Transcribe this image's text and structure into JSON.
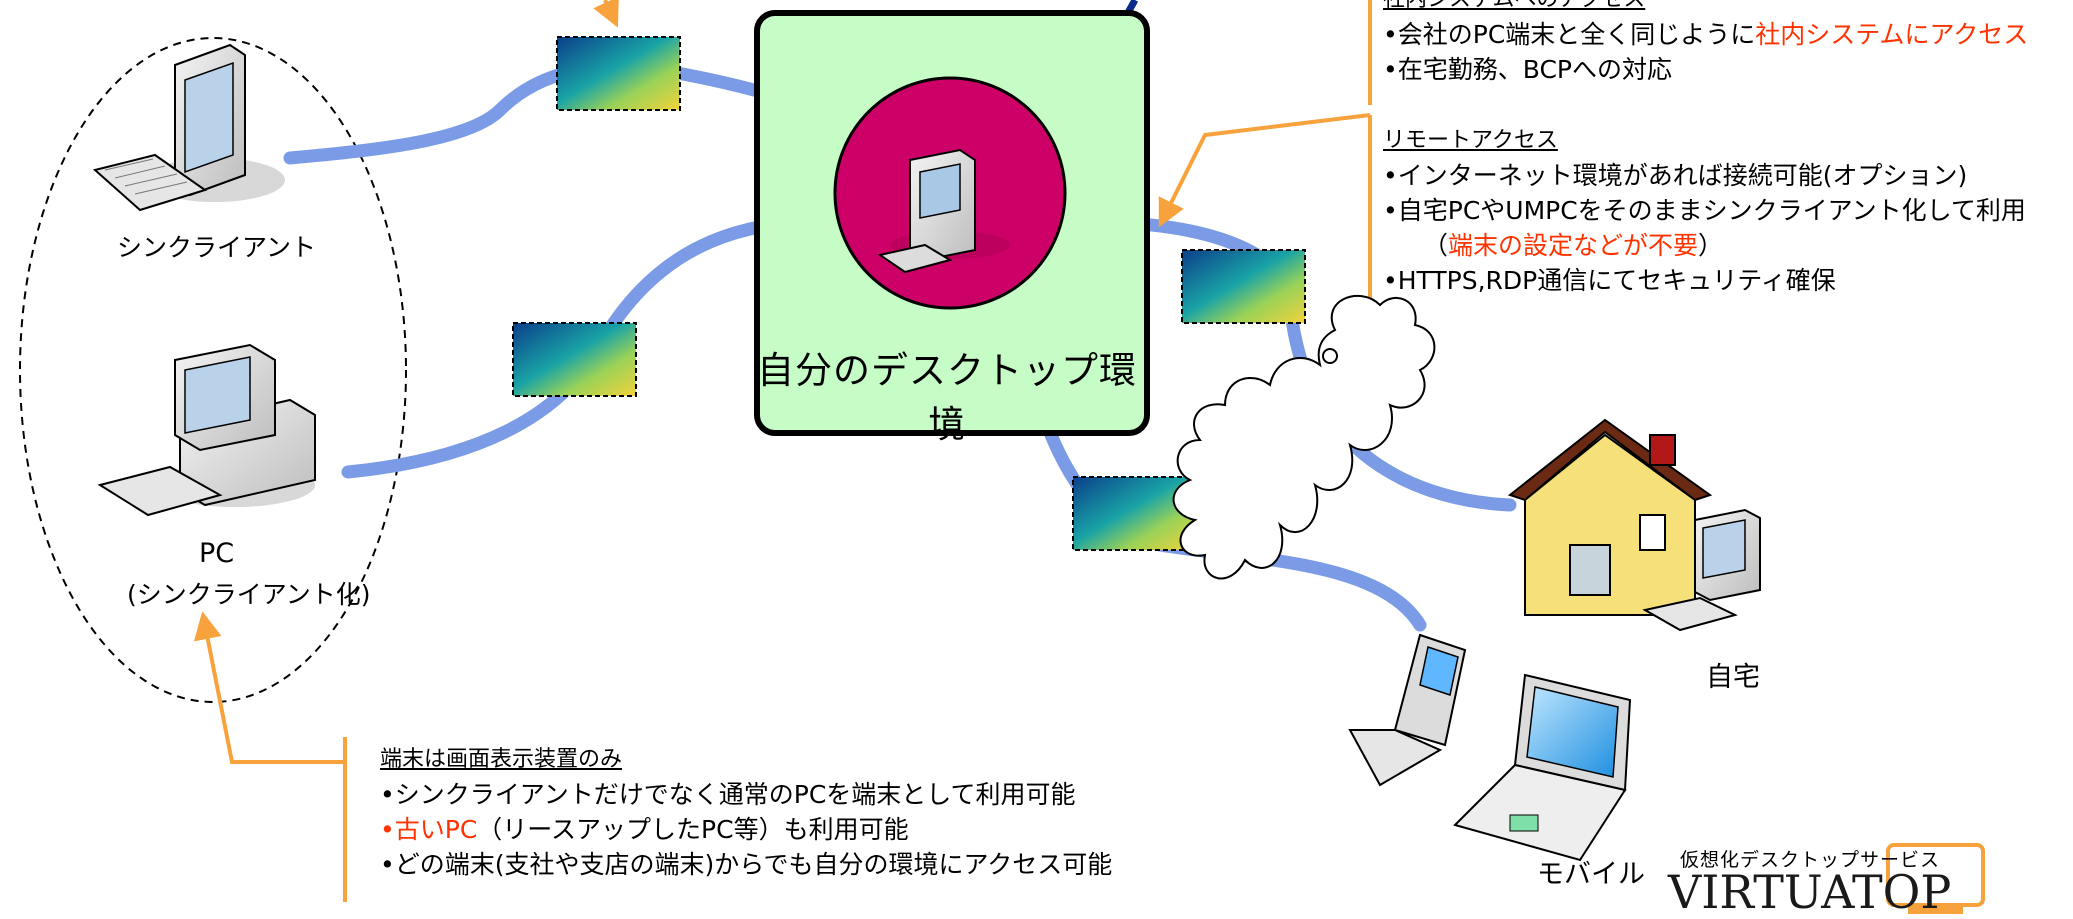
{
  "center": {
    "title": "自分のデスクトップ環境"
  },
  "devices": {
    "thin_client": "シンクライアント",
    "pc_line1": "PC",
    "pc_line2": "(シンクライアント化)",
    "home": "自宅",
    "mobile": "モバイル"
  },
  "top_right_box": {
    "heading": "社内システムへのアクセス",
    "line1_prefix": "•会社のPC端末と全く同じように",
    "line1_red": "社内システムにアクセス",
    "line2": "•在宅勤務、BCPへの対応"
  },
  "remote_box": {
    "heading": "リモートアクセス",
    "line1": "•インターネット環境があれば接続可能(オプション)",
    "line2": "•自宅PCやUMPCをそのままシンクライアント化して利用",
    "line3_open": "（",
    "line3_red": "端末の設定などが不要",
    "line3_close": "）",
    "line4": "•HTTPS,RDP通信にてセキュリティ確保"
  },
  "bottom_box": {
    "heading": "端末は画面表示装置のみ",
    "line1": "•シンクライアントだけでなく通常のPCを端末として利用可能",
    "line2_red": "•古いPC",
    "line2_rest": "（リースアップしたPC等）も利用可能",
    "line3": "•どの端末(支社や支店の端末)からでも自分の環境にアクセス可能"
  },
  "logo": {
    "subtitle": "仮想化デスクトップサービス",
    "name": "VIRTUATOP"
  },
  "colors": {
    "arrow": "#7b9be6",
    "callout": "#f7a23c",
    "center_fill": "#c6fcc6",
    "circle": "#cc0066",
    "red_text": "#ff3300",
    "navy_line": "#0a2a8c"
  }
}
